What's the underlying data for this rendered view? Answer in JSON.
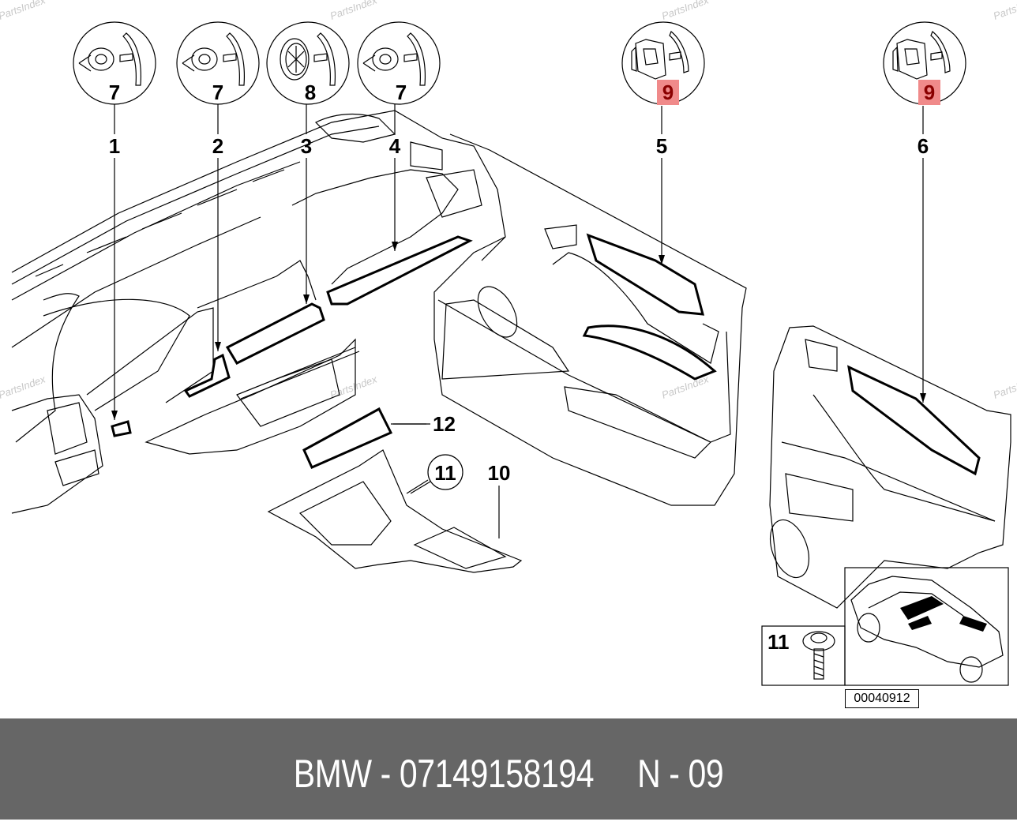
{
  "diagram": {
    "title": "BMW parts diagram — interior trim strips, door panels and center console",
    "reference_number": "00040912",
    "highlight_color": "#f08a8a",
    "highlight_text_color": "#8a0000",
    "watermark": "PartsIndex",
    "detail_bubbles": [
      {
        "part": "7",
        "callout": "1",
        "icon": "clip-nut-icon",
        "highlighted": false
      },
      {
        "part": "7",
        "callout": "2",
        "icon": "clip-nut-icon",
        "highlighted": false
      },
      {
        "part": "8",
        "callout": "3",
        "icon": "round-clip-icon",
        "highlighted": false
      },
      {
        "part": "7",
        "callout": "4",
        "icon": "clip-nut-icon",
        "highlighted": false
      },
      {
        "part": "9",
        "callout": "5",
        "icon": "square-clip-icon",
        "highlighted": true
      },
      {
        "part": "9",
        "callout": "6",
        "icon": "square-clip-icon",
        "highlighted": true
      }
    ],
    "callouts": {
      "c10": "10",
      "c11": "11",
      "c12": "12"
    },
    "inset": {
      "screw_label": "11",
      "icon": "screw-icon",
      "car_icon": "car-overview-icon"
    }
  },
  "footer": {
    "brand": "BMW",
    "part_number": "07149158194",
    "position": "N - 09",
    "text": "BMW - 07149158194     N - 09",
    "background": "#666666"
  }
}
